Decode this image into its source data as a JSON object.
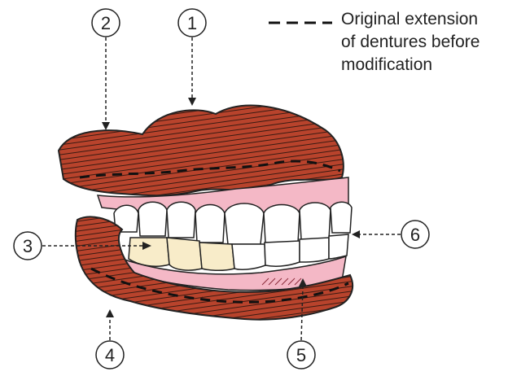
{
  "legend": {
    "lines": [
      "Original extension",
      "of dentures before",
      "modification"
    ]
  },
  "callouts": [
    {
      "id": "1",
      "label": "1"
    },
    {
      "id": "2",
      "label": "2"
    },
    {
      "id": "3",
      "label": "3"
    },
    {
      "id": "4",
      "label": "4"
    },
    {
      "id": "5",
      "label": "5"
    },
    {
      "id": "6",
      "label": "6"
    }
  ],
  "colors": {
    "flange_red": "#b8432c",
    "flange_stripe": "#3a1a12",
    "palate_pink": "#ef8fa5",
    "gum_pink": "#f4b8c6",
    "teeth_white": "#ffffff",
    "teeth_cream": "#f8ecc9",
    "outline": "#222222"
  }
}
